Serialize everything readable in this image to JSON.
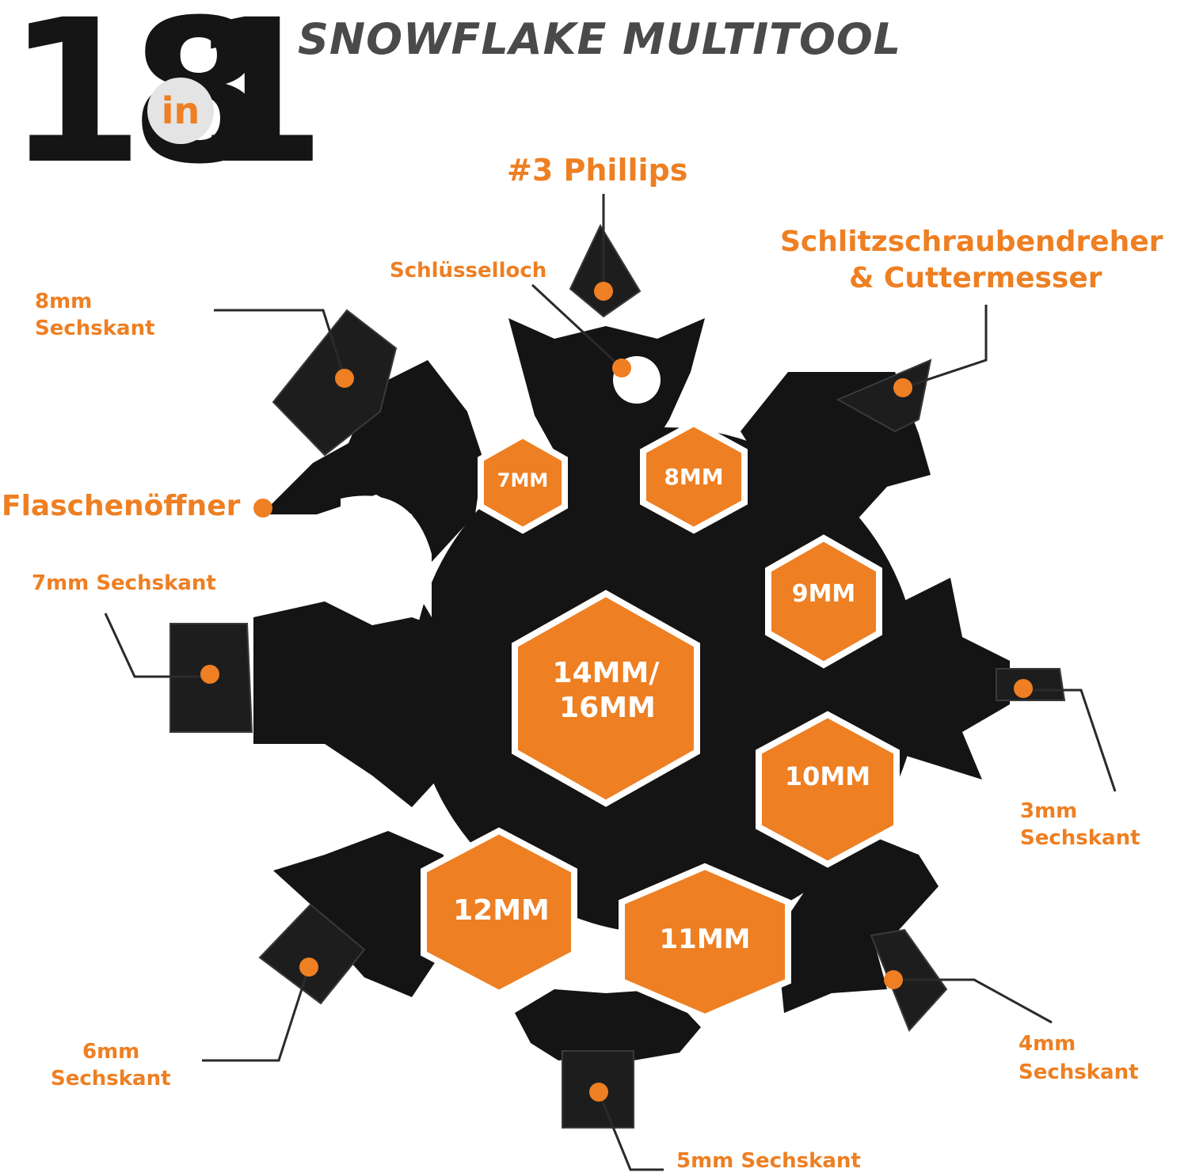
{
  "header": {
    "count_left": "18",
    "in": "in",
    "count_right": "1",
    "title": "SNOWFLAKE MULTITOOL"
  },
  "callouts": {
    "phillips": "#3 Phillips",
    "keyhole": "Schlüsselloch",
    "slot_line1": "Schlitzschraubendreher",
    "slot_line2": "& Cuttermesser",
    "hex8_line1": "8mm",
    "hex8_line2": "Sechskant",
    "bottle": "Flaschenöffner",
    "hex7": "7mm Sechskant",
    "hex3_line1": "3mm",
    "hex3_line2": "Sechskant",
    "hex6_line1": "6mm",
    "hex6_line2": "Sechskant",
    "hex4_line1": "4mm",
    "hex4_line2": "Sechskant",
    "hex5": "5mm Sechskant"
  },
  "wrench_sizes": {
    "center_line1": "14MM/",
    "center_line2": "16MM",
    "s7": "7MM",
    "s8": "8MM",
    "s9": "9MM",
    "s10": "10MM",
    "s11": "11MM",
    "s12": "12MM"
  },
  "colors": {
    "accent": "#ee7f22",
    "tool_body": "#141414",
    "title": "#4a4a4a"
  }
}
